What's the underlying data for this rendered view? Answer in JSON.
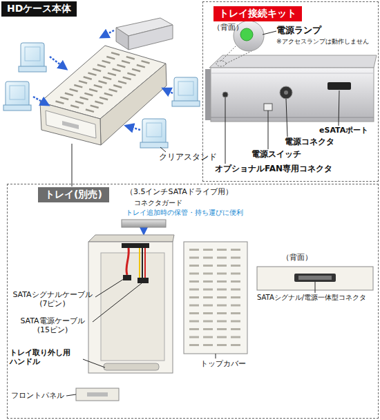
{
  "diagram": {
    "nodes": [
      {
        "text": [
          "HDケース本体"
        ]
      },
      {
        "text": [
          "トレイ接続キット"
        ]
      },
      {
        "text": [
          "トレイ(別売)"
        ]
      }
    ],
    "labels": [
      "クリアスタンド",
      "（背面）",
      "電源ランプ",
      "※アクセスランプは動作しません",
      "eSATAポート",
      "電源コネクタ",
      "電源スイッチ",
      "オプショナルFAN専用コネクタ",
      "（3.5インチSATAドライブ用）",
      "コネクタガード",
      "トレイ追加時の保管・持ち運びに便利",
      "SATAシグナルケーブル (7ピン)",
      "SATA電源ケーブル (15ピン)",
      "トレイ取り外し用 ハンドル",
      "フロントパネル",
      "トップカバー",
      "（背面）",
      "SATAシグナル/電源一体型コネクタ"
    ]
  }
}
